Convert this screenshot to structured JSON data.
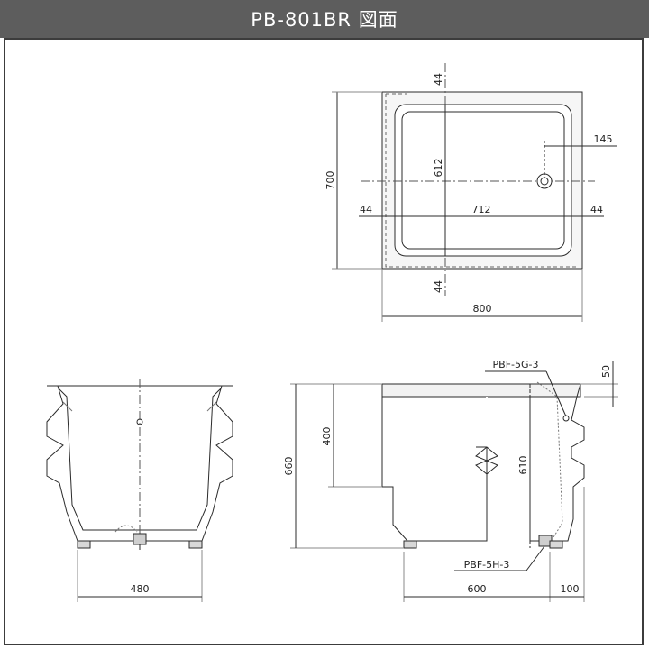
{
  "title": "PB-801BR 図面",
  "colors": {
    "title_bar": "#5d5d5d",
    "line": "#2b2b2b",
    "frame": "#3c3c3c",
    "fill": "#f2f2f2"
  },
  "top_view": {
    "dim_top": "44",
    "dim_inner_height": "612",
    "dim_bottom": "44",
    "dim_left": "44",
    "dim_inner_width": "712",
    "dim_right": "44",
    "dim_drain_offset": "145",
    "dim_height": "700",
    "dim_width": "800"
  },
  "front_view": {
    "dim_width": "480"
  },
  "side_view": {
    "dim_skirt": "400",
    "dim_total_height": "660",
    "dim_depth": "610",
    "dim_rim": "50",
    "dim_width": "600",
    "dim_offset": "100",
    "part_overflow": "PBF-5G-3",
    "part_drain": "PBF-5H-3"
  }
}
